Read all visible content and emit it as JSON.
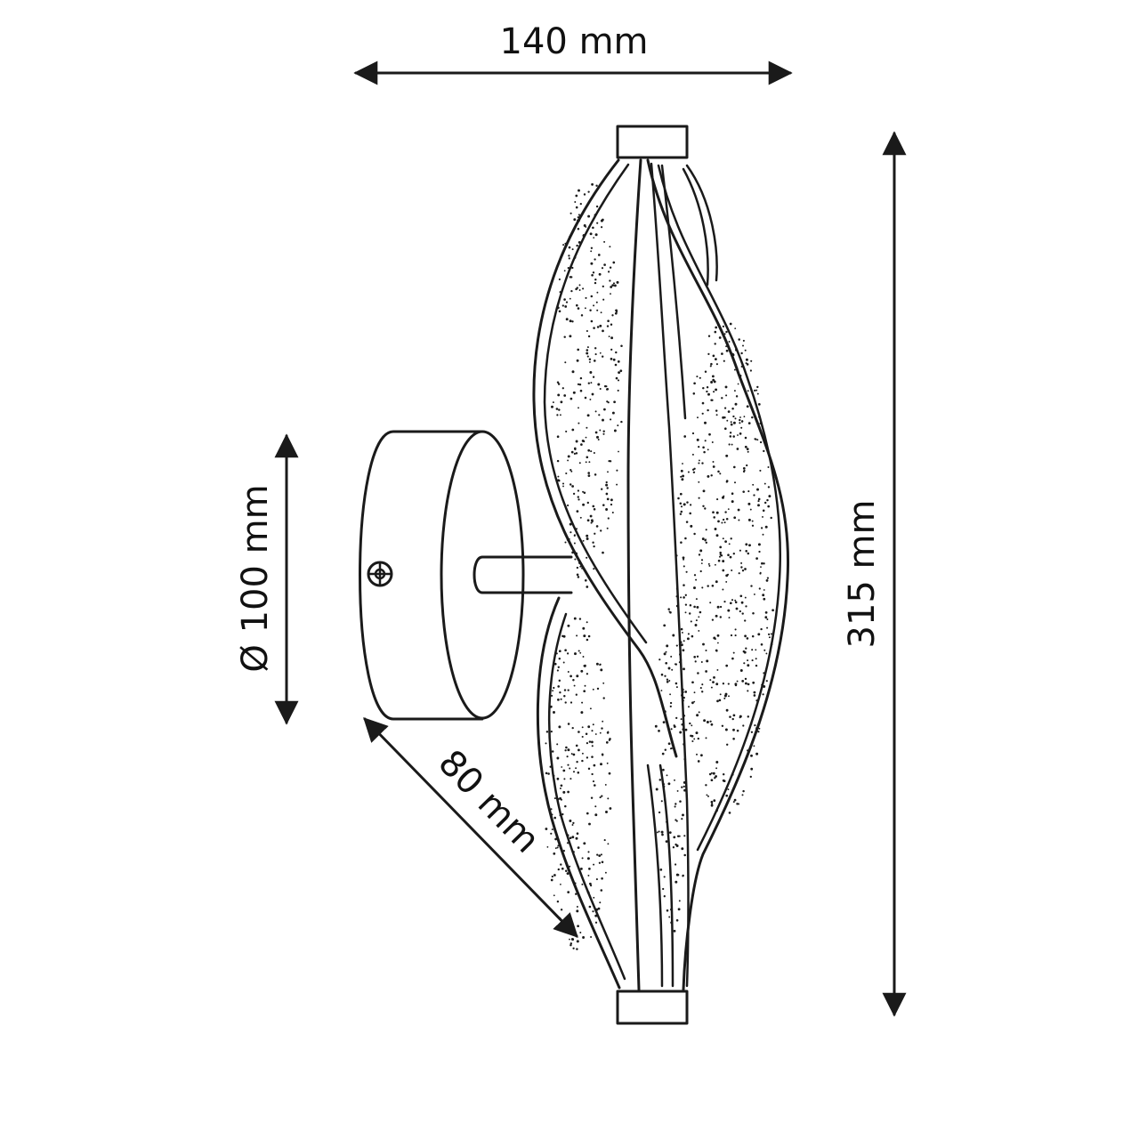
{
  "drawing": {
    "subject": "wall-lamp-technical-drawing"
  },
  "dimensions": {
    "width": "140 mm",
    "height": "315 mm",
    "base_diameter": "Ø 100 mm",
    "depth": "80 mm"
  },
  "colors": {
    "line": "#1a1a1a",
    "background": "#ffffff"
  }
}
